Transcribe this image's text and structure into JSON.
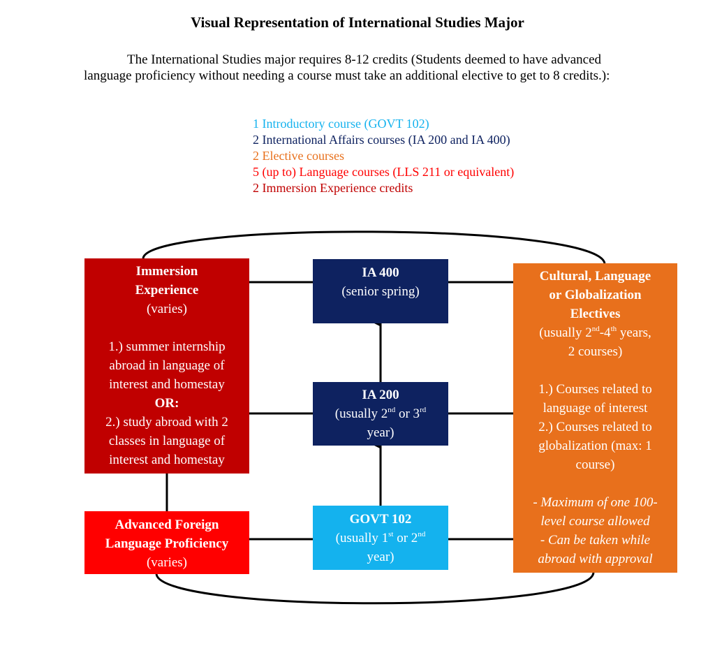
{
  "title": "Visual Representation of International Studies Major",
  "intro": "The International Studies major requires 8-12 credits (Students deemed to have advanced language proficiency without needing a course must take an additional elective to get to 8 credits.):",
  "requirements": [
    {
      "text": "1 Introductory course (GOVT 102)",
      "color": "#14b2ee"
    },
    {
      "text": "2 International Affairs courses (IA 200 and IA 400)",
      "color": "#0e2260"
    },
    {
      "text": "2 Elective courses",
      "color": "#e8701c"
    },
    {
      "text": "5 (up to) Language courses (LLS 211 or equivalent)",
      "color": "#ff0000"
    },
    {
      "text": "2 Immersion Experience credits",
      "color": "#c00000"
    }
  ],
  "immersion": {
    "title_1": "Immersion",
    "title_2": "Experience",
    "subtitle": "(varies)",
    "opt1_l1": "1.) summer internship",
    "opt1_l2": "abroad in language of",
    "opt1_l3": "interest and homestay",
    "or": "OR:",
    "opt2_l1": "2.) study abroad with 2",
    "opt2_l2": "classes in language of",
    "opt2_l3": "interest and homestay",
    "color": "#c00000"
  },
  "advanced": {
    "title_1": "Advanced Foreign",
    "title_2": "Language Proficiency",
    "subtitle": "(varies)",
    "color": "#ff0000"
  },
  "ia400": {
    "title": "IA 400",
    "subtitle": "(senior spring)",
    "color": "#0e2260"
  },
  "ia200": {
    "title": "IA 200",
    "sub_a": "(usually 2",
    "sub_sup1": "nd",
    "sub_b": " or 3",
    "sub_sup2": "rd",
    "sub_c": "year)"
  },
  "govt102": {
    "title": "GOVT 102",
    "sub_a": "(usually 1",
    "sub_sup1": "st",
    "sub_b": " or 2",
    "sub_sup2": "nd",
    "sub_c": "year)",
    "color": "#14b2ee"
  },
  "electives": {
    "title_1": "Cultural, Language",
    "title_2": "or Globalization",
    "title_3": "Electives",
    "sub_a": "(usually 2",
    "sub_sup1": "nd",
    "sub_b": "-4",
    "sub_sup2": "th",
    "sub_c": " years,",
    "sub_d": "2 courses)",
    "item1_l1": "1.) Courses related to",
    "item1_l2": "language of interest",
    "item2_l1": "2.) Courses related to",
    "item2_l2": "globalization (max: 1",
    "item2_l3": "course)",
    "note1_l1": "- Maximum of one 100-",
    "note1_l2": "level course allowed",
    "note2_l1": "- Can be taken while",
    "note2_l2": "abroad with approval",
    "color": "#e8701c"
  }
}
